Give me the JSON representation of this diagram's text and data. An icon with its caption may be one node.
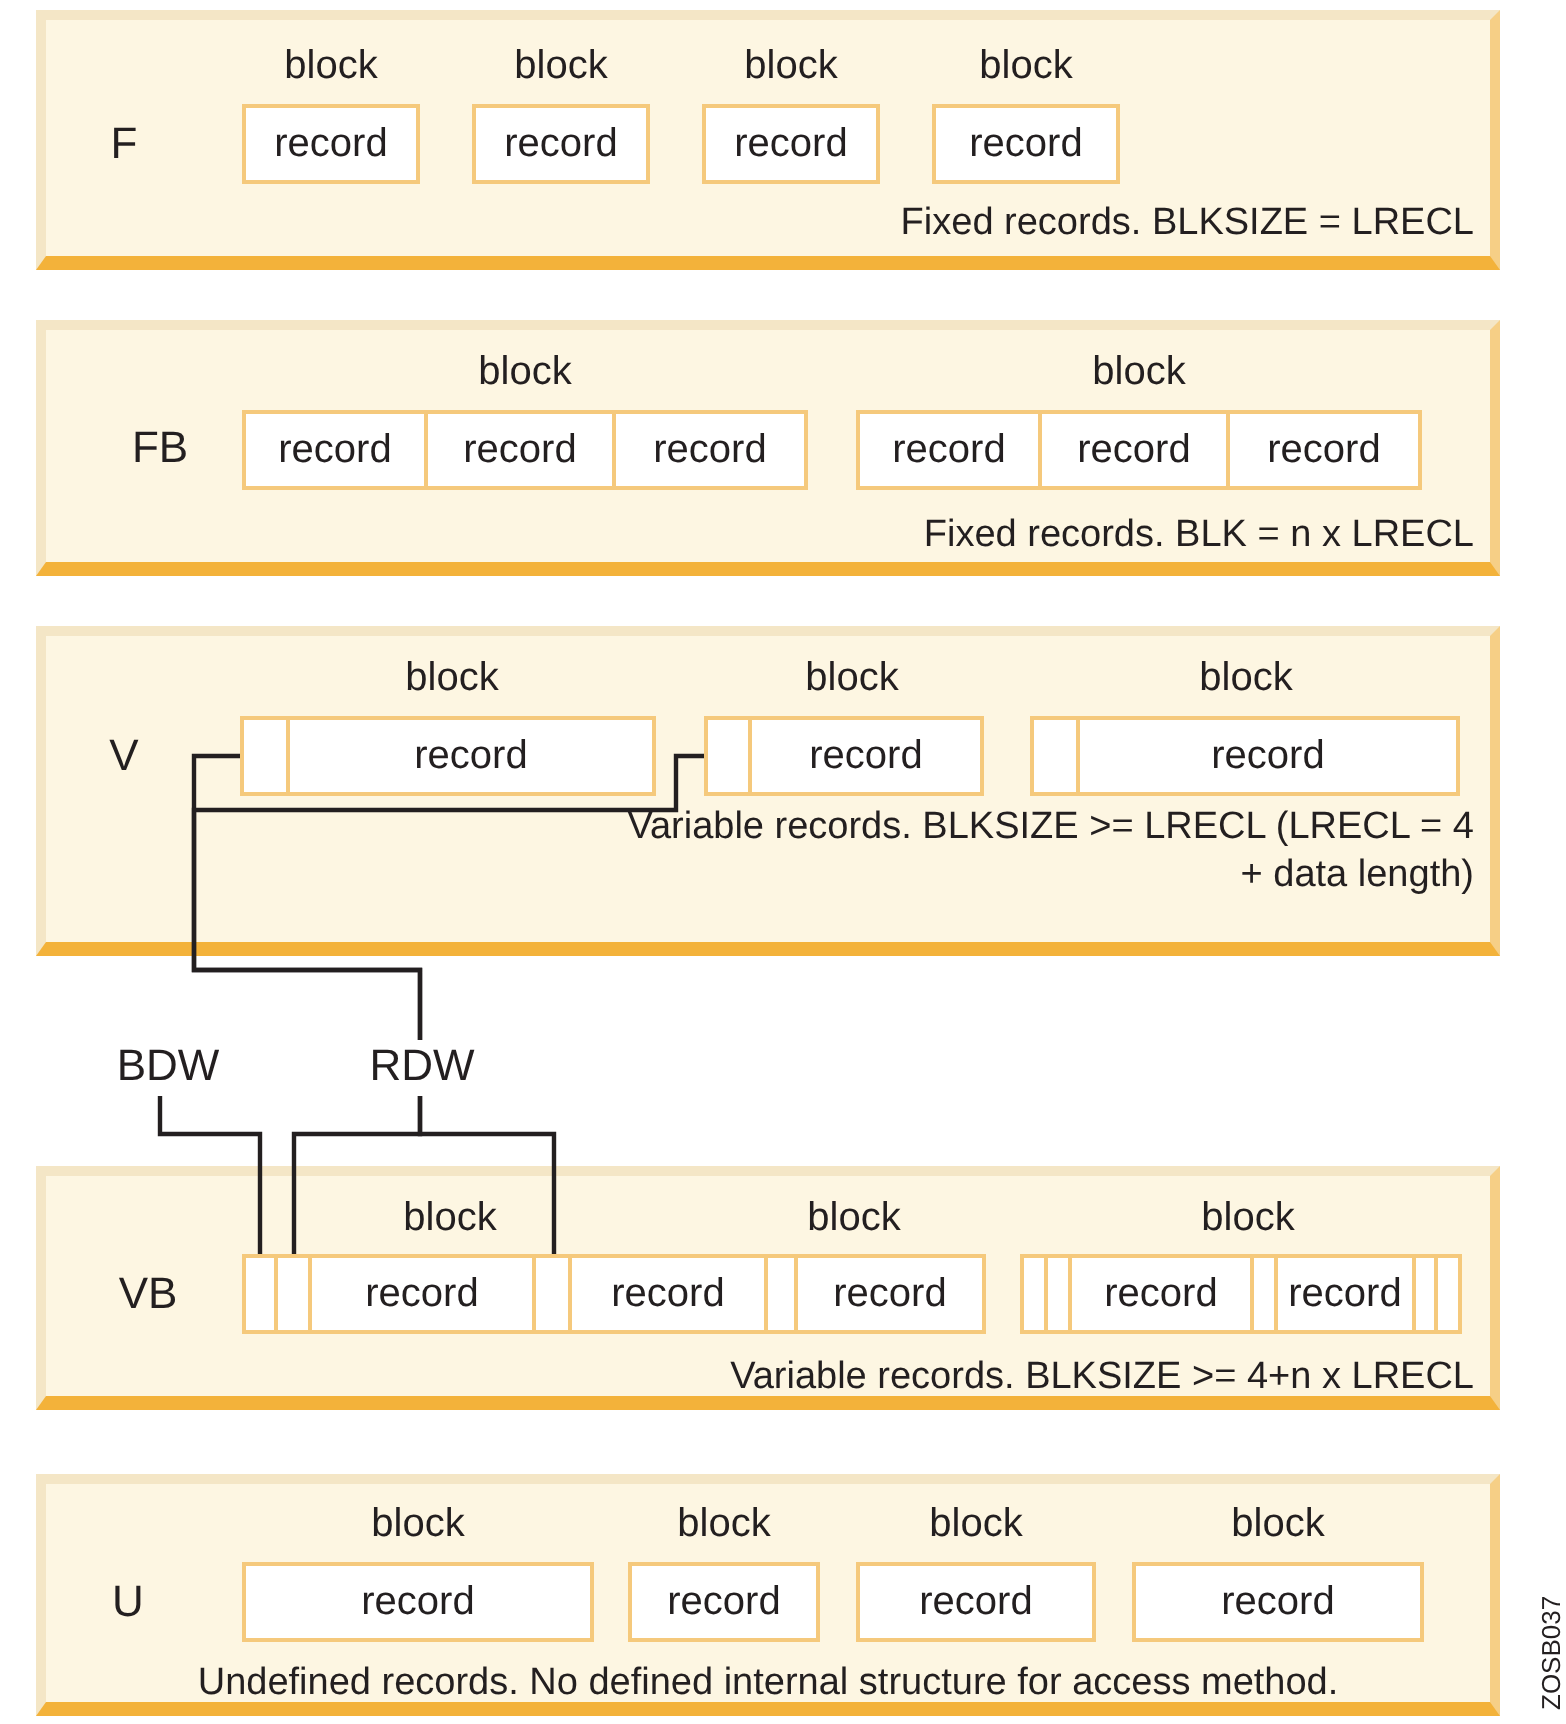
{
  "diagram": {
    "nodes": [
      {
        "text": [
          "F",
          "Fixed records. BLKSIZE = LRECL"
        ]
      },
      {
        "text": [
          "block",
          "record"
        ],
        "in": 0
      },
      {
        "text": [
          "block",
          "record"
        ],
        "in": 0
      },
      {
        "text": [
          "block",
          "record"
        ],
        "in": 0
      },
      {
        "text": [
          "block",
          "record"
        ],
        "in": 0
      },
      {
        "text": [
          "FB",
          "Fixed records. BLK = n x LRECL"
        ]
      },
      {
        "text": [
          "block"
        ],
        "in": 5
      },
      {
        "text": [
          "record"
        ],
        "in": 6
      },
      {
        "text": [
          "record"
        ],
        "in": 6
      },
      {
        "text": [
          "record"
        ],
        "in": 6
      },
      {
        "text": [
          "block"
        ],
        "in": 5
      },
      {
        "text": [
          "record"
        ],
        "in": 10
      },
      {
        "text": [
          "record"
        ],
        "in": 10
      },
      {
        "text": [
          "record"
        ],
        "in": 10
      },
      {
        "text": [
          "V",
          "Variable records. BLKSIZE >= LRECL (LRECL = 4 + data length)"
        ]
      },
      {
        "text": [
          "block"
        ],
        "in": 14
      },
      {
        "text": [],
        "shape": "box",
        "in": 15
      },
      {
        "text": [
          "record"
        ],
        "in": 15
      },
      {
        "text": [
          "block"
        ],
        "in": 14
      },
      {
        "text": [],
        "shape": "box",
        "in": 18
      },
      {
        "text": [
          "record"
        ],
        "in": 18
      },
      {
        "text": [
          "block"
        ],
        "in": 14
      },
      {
        "text": [],
        "shape": "box",
        "in": 21
      },
      {
        "text": [
          "record"
        ],
        "in": 21
      },
      {
        "text": [
          "BDW"
        ]
      },
      {
        "text": [
          "RDW"
        ]
      },
      {
        "text": [
          "VB",
          "Variable records. BLKSIZE >= 4+n x LRECL"
        ]
      },
      {
        "text": [
          "block",
          "block"
        ],
        "in": 26
      },
      {
        "text": [],
        "shape": "box",
        "in": 27
      },
      {
        "text": [],
        "shape": "box",
        "in": 27
      },
      {
        "text": [
          "record"
        ],
        "in": 27
      },
      {
        "text": [],
        "shape": "box",
        "in": 27
      },
      {
        "text": [
          "record"
        ],
        "in": 27
      },
      {
        "text": [],
        "shape": "box",
        "in": 27
      },
      {
        "text": [
          "record"
        ],
        "in": 27
      },
      {
        "text": [
          "block"
        ],
        "in": 26
      },
      {
        "text": [],
        "shape": "box",
        "in": 35
      },
      {
        "text": [],
        "shape": "box",
        "in": 35
      },
      {
        "text": [
          "record"
        ],
        "in": 35
      },
      {
        "text": [],
        "shape": "box",
        "in": 35
      },
      {
        "text": [
          "record"
        ],
        "in": 35
      },
      {
        "text": [],
        "shape": "box",
        "in": 35
      },
      {
        "text": [],
        "shape": "box",
        "in": 35
      },
      {
        "text": [
          "U",
          "Undefined records. No defined internal structure for access method."
        ]
      },
      {
        "text": [
          "block",
          "record"
        ],
        "in": 43
      },
      {
        "text": [
          "block",
          "record"
        ],
        "in": 43
      },
      {
        "text": [
          "block",
          "record"
        ],
        "in": 43
      },
      {
        "text": [
          "block",
          "record"
        ],
        "in": 43
      }
    ],
    "edges": [
      {
        "from": 25,
        "to": 16,
        "arrow": "none"
      },
      {
        "from": 25,
        "to": 19,
        "arrow": "none"
      },
      {
        "from": 24,
        "to": 28,
        "arrow": "none"
      },
      {
        "from": 25,
        "to": 29,
        "arrow": "none"
      },
      {
        "from": 25,
        "to": 31,
        "arrow": "none"
      }
    ],
    "labels": [
      "ZOSB037"
    ]
  }
}
